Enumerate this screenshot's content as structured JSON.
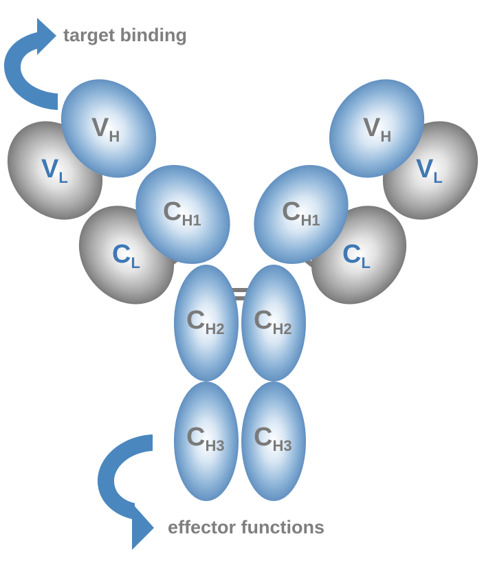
{
  "annotations": {
    "top": "target binding",
    "bottom": "effector functions"
  },
  "domains": {
    "vh_left": {
      "main": "V",
      "sub": "H"
    },
    "vl_left": {
      "main": "V",
      "sub": "L"
    },
    "ch1_left": {
      "main": "C",
      "sub": "H1"
    },
    "cl_left": {
      "main": "C",
      "sub": "L"
    },
    "ch2_left": {
      "main": "C",
      "sub": "H2"
    },
    "ch3_left": {
      "main": "C",
      "sub": "H3"
    },
    "vh_right": {
      "main": "V",
      "sub": "H"
    },
    "vl_right": {
      "main": "V",
      "sub": "L"
    },
    "ch1_right": {
      "main": "C",
      "sub": "H1"
    },
    "cl_right": {
      "main": "C",
      "sub": "L"
    },
    "ch2_right": {
      "main": "C",
      "sub": "H2"
    },
    "ch3_right": {
      "main": "C",
      "sub": "H3"
    }
  },
  "colors": {
    "heavy_chain": "#6f9fc9",
    "light_chain": "#858585",
    "heavy_label": "#7a7a7a",
    "light_label": "#3f78b4",
    "arrow": "#4a87be",
    "annotation": "#7f7f7f"
  }
}
